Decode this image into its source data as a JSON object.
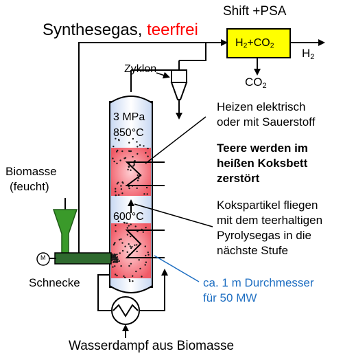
{
  "title": {
    "prefix": "Synthesegas,",
    "highlight": "teerfrei",
    "highlight_color": "#ff0000"
  },
  "shift": {
    "label": "Shift +PSA",
    "box_h": "H",
    "box_mid": "+CO",
    "box_sub": "2",
    "box_color": "#ffff00",
    "out_h2": "H",
    "out_h2_sub": "2",
    "out_co2": "CO",
    "out_co2_sub": "2"
  },
  "zyklon": "Zyklon",
  "top_zone": {
    "pressure": "3 MPa",
    "temperature": "850°C"
  },
  "lower_zone": {
    "temperature": "600°C"
  },
  "biomass": {
    "line1": "Biomasse",
    "line2": "(feucht)"
  },
  "motor": "M",
  "schnecke": "Schnecke",
  "steam": "Wasserdampf aus Biomasse",
  "annotations": {
    "heating_1": "Heizen elektrisch",
    "heating_2": "oder mit Sauerstoff",
    "tar_1": "Teere werden im",
    "tar_2": "heißen Koksbett",
    "tar_3": "zerstört",
    "koks_1": "Kokspartikel fliegen",
    "koks_2": "mit dem teerhaltigen",
    "koks_3": "Pyrolysegas in die",
    "koks_4": "nächste Stufe",
    "diameter_1": "ca. 1 m Durchmesser",
    "diameter_2": "für 50 MW",
    "diameter_color": "#1f6fc2"
  },
  "colors": {
    "bed": "#f05a66",
    "reactor_fill": "#dce6f5",
    "funnel": "#3a9a2a",
    "auger": "#2f6a2f"
  }
}
